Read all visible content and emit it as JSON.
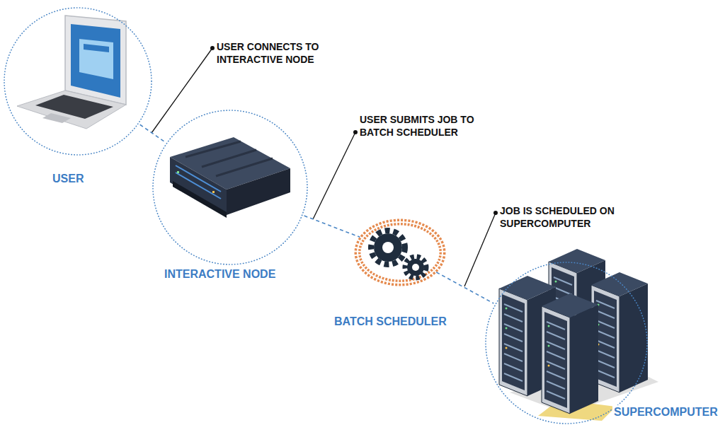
{
  "diagram": {
    "nodes": [
      {
        "text": [
          "USER"
        ]
      },
      {
        "text": [
          "INTERACTIVE NODE"
        ]
      },
      {
        "text": [
          "BATCH SCHEDULER"
        ]
      },
      {
        "text": [
          "SUPERCOMPUTER"
        ]
      }
    ],
    "edges": [
      {
        "from": 0,
        "to": 1,
        "arrow": "none"
      },
      {
        "from": 1,
        "to": 2,
        "arrow": "none"
      },
      {
        "from": 2,
        "to": 3,
        "arrow": "none"
      }
    ],
    "labels": [
      "USER CONNECTS TO INTERACTIVE NODE",
      "USER SUBMITS JOB TO BATCH SCHEDULER",
      "JOB IS SCHEDULED ON SUPERCOMPUTER"
    ]
  }
}
